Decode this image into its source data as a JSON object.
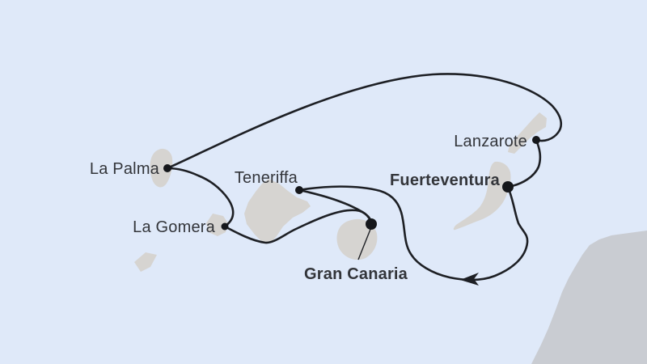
{
  "map": {
    "type": "cruise-route-map",
    "region_shown": "Canary Islands",
    "colors": {
      "sea": "#dfe9f9",
      "island": "#d6d4d1",
      "mainland": "#c9ccd2",
      "route_line": "#1d1f24",
      "port_dot": "#15171b",
      "label_text": "#33353a"
    },
    "ports": {
      "la_palma": {
        "label": "La Palma",
        "emphasis": "normal"
      },
      "teneriffa": {
        "label": "Teneriffa",
        "emphasis": "normal"
      },
      "lanzarote": {
        "label": "Lanzarote",
        "emphasis": "normal"
      },
      "fuerteventura": {
        "label": "Fuerteventura",
        "emphasis": "bold"
      },
      "la_gomera": {
        "label": "La Gomera",
        "emphasis": "normal"
      },
      "gran_canaria": {
        "label": "Gran Canaria",
        "emphasis": "bold"
      }
    },
    "route": {
      "legs": [
        {
          "from": "Gran Canaria",
          "to": "La Gomera"
        },
        {
          "from": "La Gomera",
          "to": "La Palma"
        },
        {
          "from": "La Palma",
          "to": "Lanzarote"
        },
        {
          "from": "Lanzarote",
          "to": "Fuerteventura"
        },
        {
          "from": "Fuerteventura",
          "to": "Teneriffa",
          "direction_arrow": true
        },
        {
          "from": "Teneriffa",
          "to": "Gran Canaria"
        }
      ],
      "arrow_direction": "west"
    },
    "unlabeled_islands": [
      "El Hierro"
    ]
  }
}
